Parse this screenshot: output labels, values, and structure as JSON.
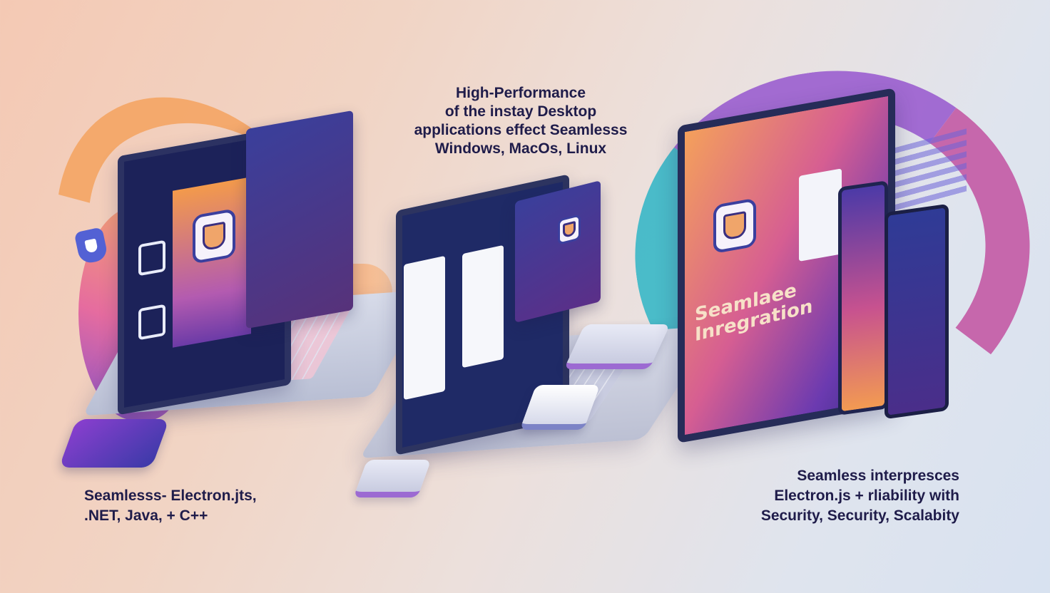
{
  "heading": {
    "line1": "High-Performance",
    "line2": "of the instay Desktop",
    "line3": "applications effect Seamlesss",
    "line4": "Windows, MacOs, Linux"
  },
  "caption_left": {
    "line1": "Seamlesss- Electron.jts,",
    "line2": ".NET, Java, + C++"
  },
  "caption_right": {
    "line1": "Seamless interpresces",
    "line2": "Electron.js + rliability with",
    "line3": "Security, Security, Scalabity"
  },
  "monitor": {
    "banner_line1": "Seamlaee",
    "banner_line2": "Inregration"
  },
  "icons": [
    "shield-icon",
    "lock-icon",
    "padlock-icon",
    "device-icon"
  ],
  "colors": {
    "text": "#1f1c4a",
    "accent_orange": "#f4a05b",
    "accent_pink": "#d65e92",
    "accent_purple": "#6b3ab0",
    "screen_navy": "#1c2259"
  }
}
